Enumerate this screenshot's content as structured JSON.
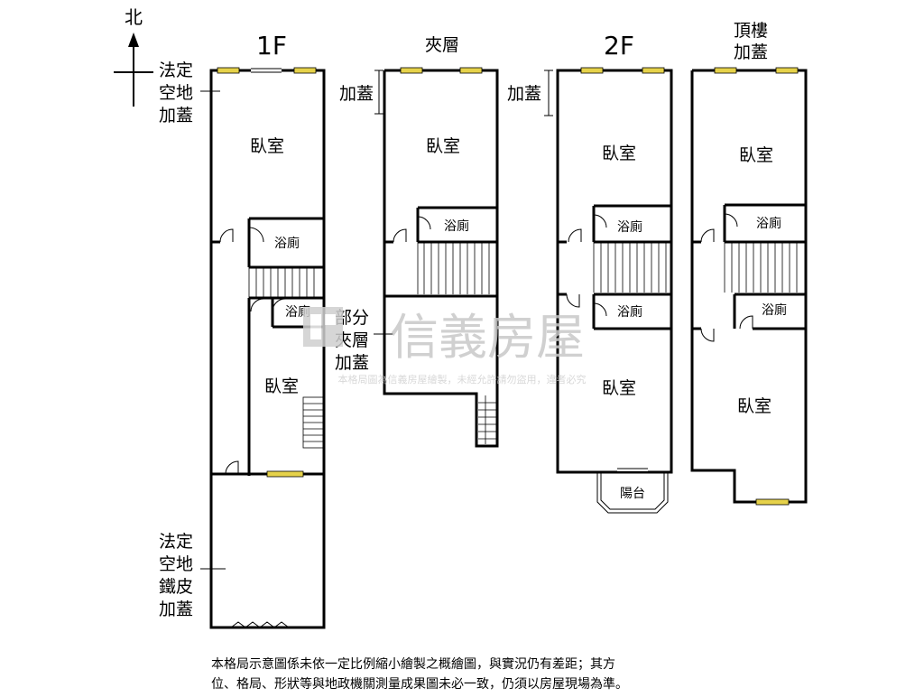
{
  "compass": {
    "label": "北"
  },
  "floors": {
    "f1": {
      "title": "1F",
      "legal_top_label": [
        "法定",
        "空地",
        "加蓋"
      ],
      "legal_bottom_label": [
        "法定",
        "空地",
        "鐵皮",
        "加蓋"
      ],
      "room_bedroom_top": "臥室",
      "room_bath_top": "浴廁",
      "room_bath_mid": "浴廁",
      "room_bedroom_mid": "臥室"
    },
    "mezz": {
      "title": "夾層",
      "extension_label": "加蓋",
      "partial_label": [
        "部分",
        "夾層",
        "加蓋"
      ],
      "room_bedroom": "臥室",
      "room_bath": "浴廁"
    },
    "f2": {
      "title": "2F",
      "extension_label": "加蓋",
      "room_bedroom_top": "臥室",
      "room_bath_top": "浴廁",
      "room_bath_mid": "浴廁",
      "room_bedroom_bottom": "臥室",
      "balcony": "陽台"
    },
    "roof": {
      "title": [
        "頂樓",
        "加蓋"
      ],
      "room_bedroom_top": "臥室",
      "room_bath_top": "浴廁",
      "room_bath_mid": "浴廁",
      "room_bedroom_bottom": "臥室"
    }
  },
  "watermark": {
    "brand": "信義房屋",
    "notice": "本格局圖為信義房屋繪製，未經允許請勿盜用，違者必究"
  },
  "disclaimer": [
    "本格局示意圖係未依一定比例縮小繪製之概繪圖，與實況仍有差距；其方",
    "位、格局、形狀等與地政機關測量成果圖未必一致，仍須以房屋現場為準。"
  ],
  "colors": {
    "window": "#e6d24a",
    "wall": "#000000",
    "watermark": "#c8c8c8"
  }
}
